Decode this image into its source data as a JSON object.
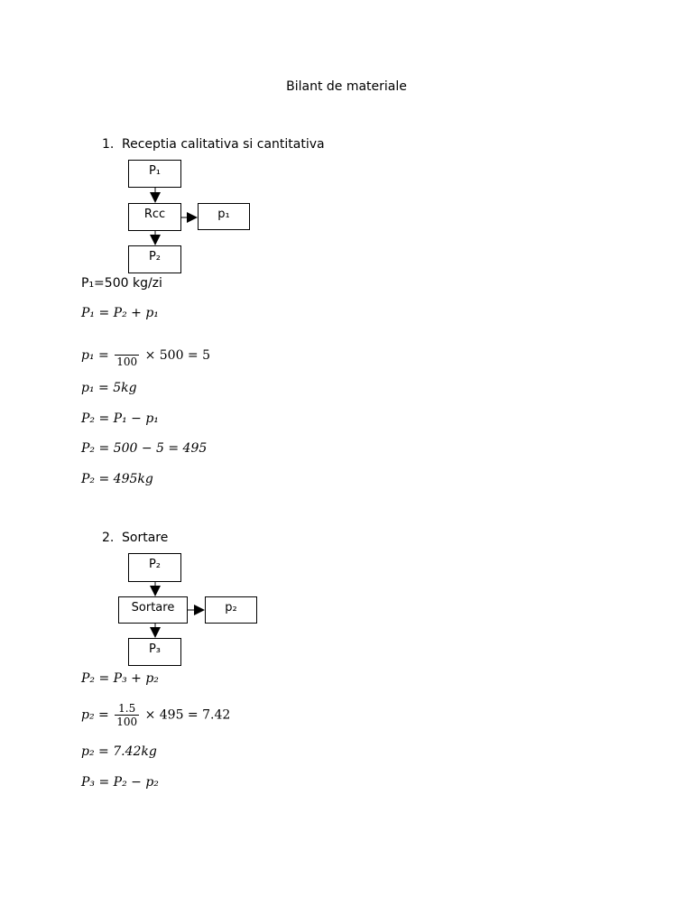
{
  "title": "Bilant de materiale",
  "section1": {
    "number": "1.",
    "heading": "Receptia calitativa si cantitativa",
    "boxes": {
      "top": "P₁",
      "middle": "Rcc",
      "side": "p₁",
      "bottom": "P₂"
    },
    "given": "P₁=500 kg/zi",
    "eq1": "P₁ = P₂ + p₁",
    "eq2_lhs": "p₁ =",
    "eq2_num": "",
    "eq2_den": "100",
    "eq2_rhs": "× 500 = 5",
    "eq3": "p₁ = 5kg",
    "eq4": "P₂ = P₁ − p₁",
    "eq5": "P₂ = 500 − 5 = 495",
    "eq6": "P₂ = 495kg"
  },
  "section2": {
    "number": "2.",
    "heading": "Sortare",
    "boxes": {
      "top": "P₂",
      "middle": "Sortare",
      "side": "p₂",
      "bottom": "P₃"
    },
    "eq1": "P₂ = P₃ + p₂",
    "eq2_lhs": "p₂ =",
    "eq2_num": "1.5",
    "eq2_den": "100",
    "eq2_rhs": "× 495 = 7.42",
    "eq3": "p₂ = 7.42kg",
    "eq4": "P₃ = P₂ − p₂"
  }
}
